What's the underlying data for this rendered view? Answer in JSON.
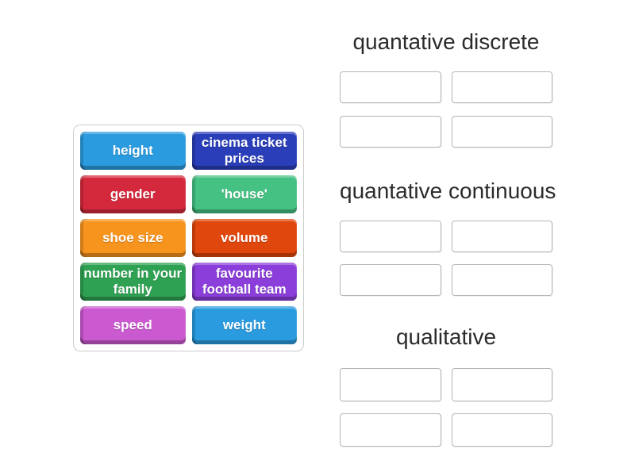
{
  "page": {
    "background_color": "#ffffff",
    "text_color": "#2b2b2b"
  },
  "tile_panel": {
    "tiles": [
      {
        "label": "height",
        "color": "#2b9bdf"
      },
      {
        "label": "cinema ticket prices",
        "color": "#2a3eb9"
      },
      {
        "label": "gender",
        "color": "#d4293c"
      },
      {
        "label": "'house'",
        "color": "#45c183"
      },
      {
        "label": "shoe size",
        "color": "#f7941e"
      },
      {
        "label": "volume",
        "color": "#e0470d"
      },
      {
        "label": "number in your family",
        "color": "#2fa153"
      },
      {
        "label": "favourite football team",
        "color": "#8b3ed9"
      },
      {
        "label": "speed",
        "color": "#cb59d0"
      },
      {
        "label": "weight",
        "color": "#2b9bdf"
      }
    ]
  },
  "groups": [
    {
      "title": "quantative discrete",
      "slot_count": 4
    },
    {
      "title": "quantative continuous",
      "slot_count": 4
    },
    {
      "title": "qualitative",
      "slot_count": 4
    }
  ]
}
